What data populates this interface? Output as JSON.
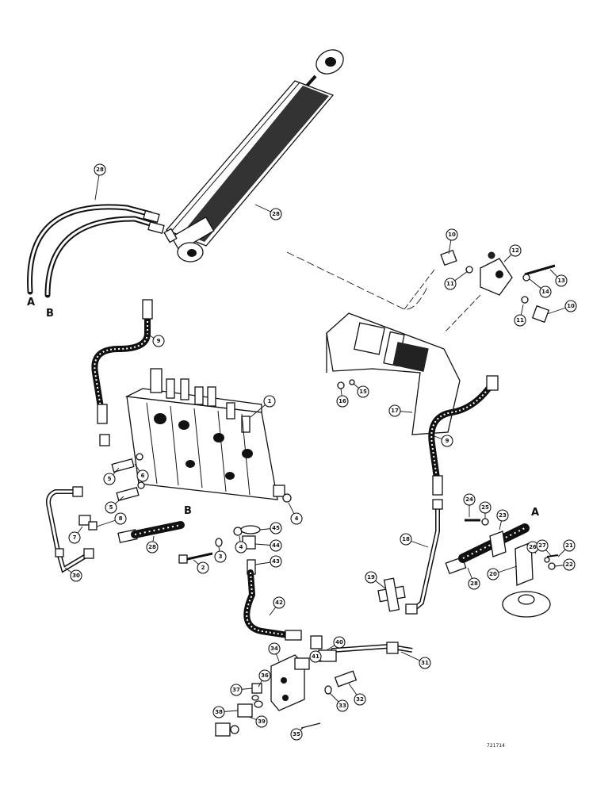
{
  "drawing": {
    "code": "721714",
    "letters": [
      "A",
      "B",
      "B",
      "A"
    ]
  },
  "callouts": [
    "28",
    "28",
    "10",
    "12",
    "11",
    "14",
    "13",
    "11",
    "10",
    "9",
    "16",
    "15",
    "17",
    "9",
    "1",
    "6",
    "5",
    "5",
    "7",
    "8",
    "30",
    "28",
    "B",
    "3",
    "2",
    "4",
    "4",
    "45",
    "44",
    "43",
    "24",
    "25",
    "23",
    "A",
    "26",
    "27",
    "21",
    "22",
    "20",
    "28",
    "18",
    "19",
    "42",
    "40",
    "41",
    "31",
    "34",
    "36",
    "37",
    "38",
    "39",
    "32",
    "33",
    "35"
  ]
}
